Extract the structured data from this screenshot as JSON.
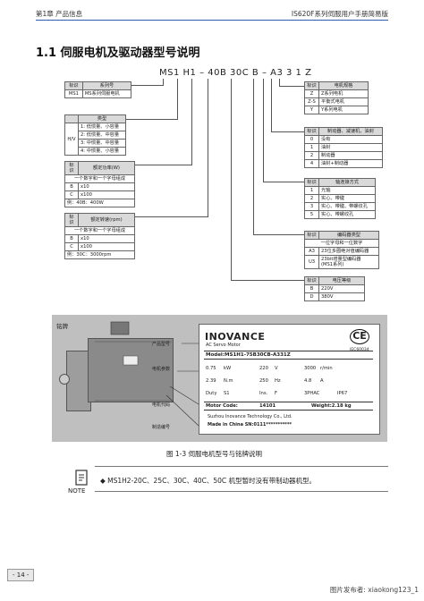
{
  "header": {
    "left": "第1章 产品信息",
    "right": "IS620F系列伺服用户手册简易版"
  },
  "section_title": "1.1 伺服电机及驱动器型号说明",
  "model_code": "MS1 H1 – 40B 30C B – A3 3 1 Z",
  "table_series": {
    "h1": "标识",
    "h2": "系列号",
    "r1a": "MS1",
    "r1b": "MS系列伺服电机"
  },
  "table_type": {
    "h": "类型",
    "mark": "H/V",
    "rows": [
      "1:  低惯量、小容量",
      "2:  低惯量、中容量",
      "3:  中惯量、中容量",
      "4:  中惯量、小容量"
    ]
  },
  "table_power": {
    "h1": "标识",
    "h2": "额定功率(W)",
    "sub": "一个数字和一个字母组成",
    "r1a": "B",
    "r1b": "x10",
    "r2a": "C",
    "r2b": "x100",
    "ex": "例：40B：400W"
  },
  "table_speed": {
    "h1": "标识",
    "h2": "额定转速(rpm)",
    "sub": "一个数字和一个字母组成",
    "r1a": "B",
    "r1b": "x10",
    "r2a": "C",
    "r2b": "x100",
    "ex": "例：30C：3000rpm"
  },
  "table_motor_spec": {
    "h1": "标识",
    "h2": "电机规格",
    "rows": [
      [
        "Z",
        "Z系列电机"
      ],
      [
        "Z-S",
        "平衡式电机"
      ],
      [
        "Y",
        "Y系列电机"
      ]
    ]
  },
  "table_brake": {
    "h1": "标识",
    "h2": "制动器、减速机、油封",
    "rows": [
      [
        "0",
        "没有"
      ],
      [
        "1",
        "油封"
      ],
      [
        "2",
        "制动器"
      ],
      [
        "4",
        "油封+制动器"
      ]
    ]
  },
  "table_shaft": {
    "h1": "标识",
    "h2": "轴连接方式",
    "rows": [
      [
        "1",
        "光轴"
      ],
      [
        "2",
        "实心、带键"
      ],
      [
        "3",
        "实心、带键、带螺纹孔"
      ],
      [
        "5",
        "实心、带螺纹孔"
      ]
    ]
  },
  "table_encoder": {
    "h1": "标识",
    "h2": "编码器类型",
    "sub": "一位字母和一位数字",
    "rows": [
      [
        "A3",
        "23位多圈绝对值编码器"
      ],
      [
        "U3",
        "23bit增量型编码器\n(MS1系列)"
      ]
    ]
  },
  "table_voltage": {
    "h1": "标识",
    "h2": "电压等级",
    "rows": [
      [
        "B",
        "220V"
      ],
      [
        "D",
        "380V"
      ]
    ]
  },
  "nameplate": {
    "panel_label": "铭牌",
    "brand": "INOVANCE",
    "ce": "CE",
    "cert": "IEC60034",
    "subtitle": "AC Servo Motor",
    "model": "Model:MS1H1-75B30CB-A331Z",
    "spec_row1": [
      "0.75",
      "kW",
      "220",
      "V",
      "3000",
      "r/min"
    ],
    "spec_row2": [
      "2.39",
      "N.m",
      "250",
      "Hz",
      "4.8",
      "A"
    ],
    "spec_row3": [
      "Duty",
      "S1",
      "Ins.",
      "F",
      "3PHAC",
      "IP67"
    ],
    "motor_code_label": "Motor Code:",
    "motor_code": "14101",
    "weight": "Weight:2.18 kg",
    "company": "Suzhou Inovance Technology Co., Ltd.",
    "made_in": "Made in China SN:0111***********",
    "labels": [
      "产品型号",
      "电机参数",
      "电机代码",
      "制造编号"
    ]
  },
  "caption": "图 1-3  伺服电机型号与铭牌说明",
  "note": {
    "label": "NOTE",
    "text": "◆  MS1H2-20C、25C、30C、40C、50C 机型暂时没有带制动器机型。"
  },
  "page_number": "- 14 -",
  "watermark": "图片发布者:  xiaokong123_1"
}
